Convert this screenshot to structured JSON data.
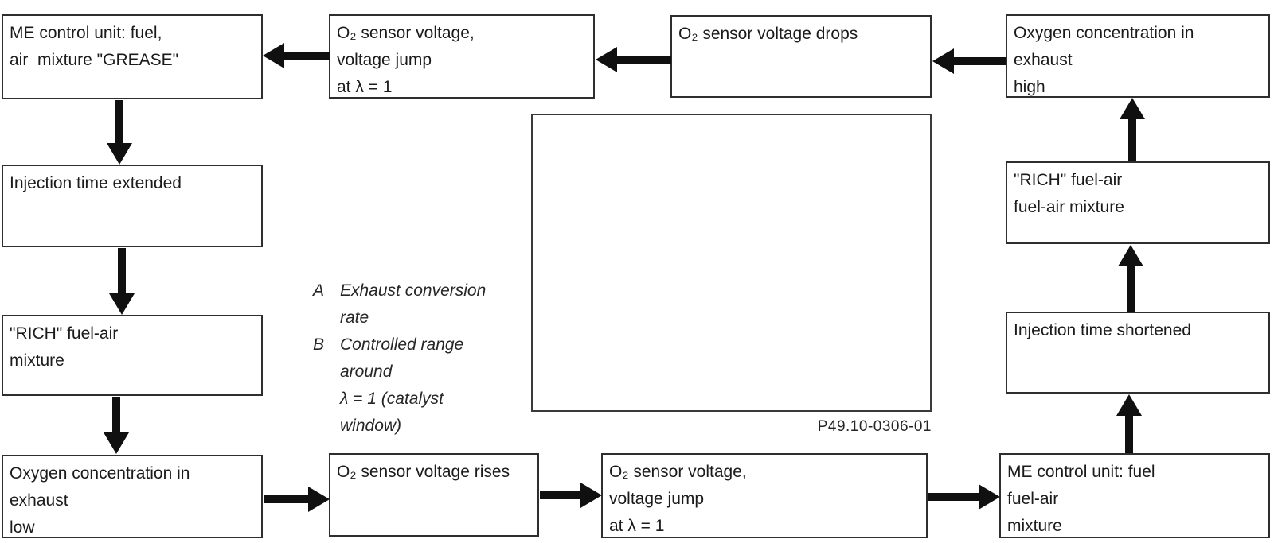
{
  "figure_number": "P49.10-0306-01",
  "colors": {
    "ink": "#1b1b1b",
    "border": "#2e2e2e",
    "arrow": "#101010",
    "background": "#ffffff"
  },
  "boxes": {
    "me_lean": {
      "lines": [
        "ME control unit: fuel,",
        "air  mixture \"GREASE\""
      ]
    },
    "o2_jump_top": {
      "lines": [
        "O₂ sensor voltage,",
        "voltage jump",
        "at λ = 1"
      ]
    },
    "o2_drops": {
      "lines": [
        "O₂ sensor voltage drops"
      ]
    },
    "oxygen_high": {
      "lines": [
        "Oxygen concentration in",
        "exhaust",
        "high"
      ]
    },
    "injection_extended": {
      "lines": [
        "Injection time extended"
      ]
    },
    "rich_left": {
      "lines": [
        "\"RICH\" fuel-air",
        "mixture"
      ]
    },
    "oxygen_low": {
      "lines": [
        "Oxygen concentration in",
        "exhaust",
        "low"
      ]
    },
    "o2_rises": {
      "lines": [
        "O₂ sensor voltage rises"
      ]
    },
    "o2_jump_bottom": {
      "lines": [
        "O₂ sensor voltage,",
        "voltage jump",
        "at λ = 1"
      ]
    },
    "me_rich": {
      "lines": [
        "ME control unit: fuel",
        "fuel-air",
        "mixture"
      ]
    },
    "injection_shortened": {
      "lines": [
        "Injection time shortened"
      ]
    },
    "rich_right": {
      "lines": [
        "\"RICH\" fuel-air",
        "fuel-air mixture"
      ]
    }
  },
  "legend": {
    "items": [
      {
        "key": "A",
        "lines": [
          "Exhaust conversion",
          "rate"
        ]
      },
      {
        "key": "B",
        "lines": [
          "Controlled range",
          "around",
          "λ = 1 (catalyst",
          "window)"
        ]
      }
    ]
  }
}
